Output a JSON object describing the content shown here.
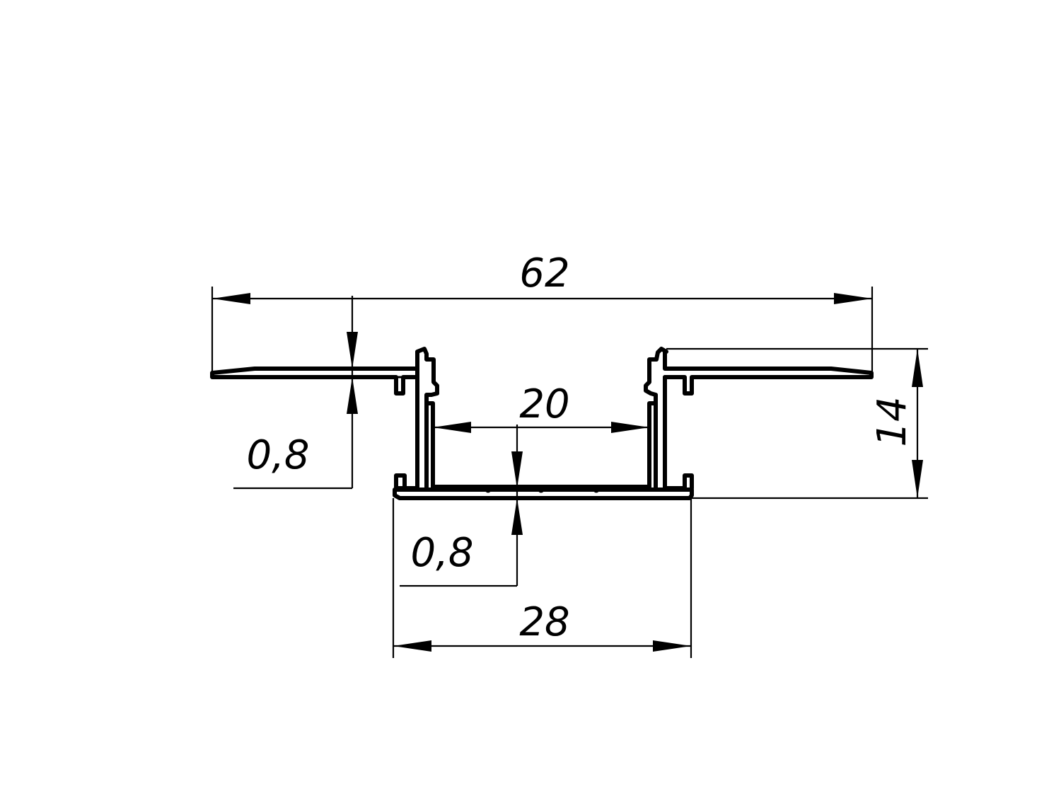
{
  "drawing": {
    "colors": {
      "line": "#000000",
      "background": "#ffffff"
    },
    "dimensions": {
      "overall_width": "62",
      "inner_width": "20",
      "base_width": "28",
      "height": "14",
      "flange_thickness": "0,8",
      "base_thickness": "0,8"
    }
  }
}
